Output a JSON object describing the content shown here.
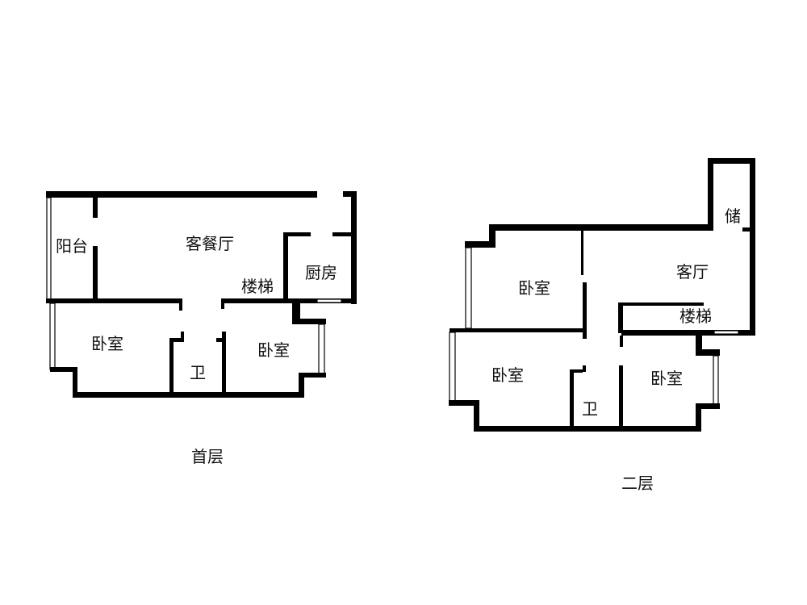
{
  "floors": [
    {
      "caption": "首层",
      "rooms": {
        "balcony": "阳台",
        "living_dining": "客餐厅",
        "stairs": "楼梯",
        "kitchen": "厨房",
        "bedroom_left": "卧室",
        "bathroom": "卫",
        "bedroom_right": "卧室"
      }
    },
    {
      "caption": "二层",
      "rooms": {
        "storage": "储",
        "living": "客厅",
        "stairs": "楼梯",
        "bedroom_top": "卧室",
        "bedroom_left": "卧室",
        "bathroom": "卫",
        "bedroom_right": "卧室"
      }
    }
  ],
  "colors": {
    "wall": "#000000",
    "background": "#ffffff"
  }
}
